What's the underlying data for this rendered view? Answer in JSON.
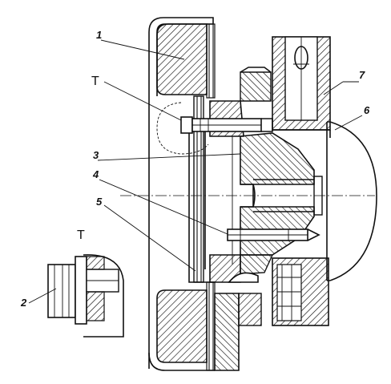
{
  "labels": {
    "l1": "1",
    "l2": "2",
    "l3": "3",
    "l4": "4",
    "l5": "5",
    "l6": "6",
    "l7": "7",
    "t_main": "T",
    "t_detail": "T"
  },
  "icons": {
    "detail_view": "bolt-detail-icon"
  }
}
